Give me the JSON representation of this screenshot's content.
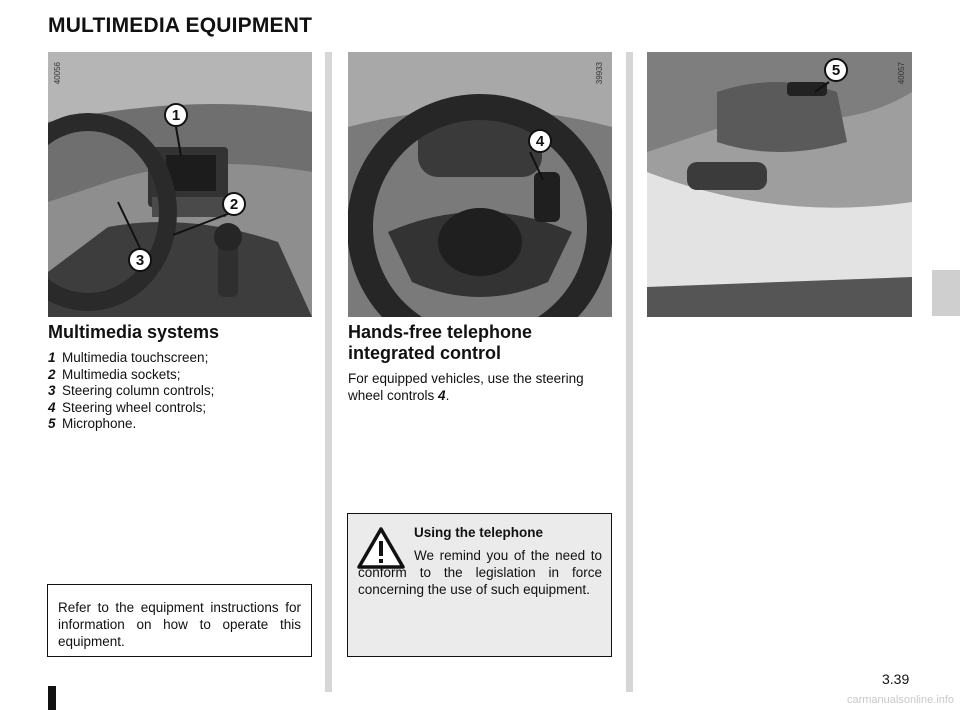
{
  "page": {
    "title": "MULTIMEDIA EQUIPMENT",
    "page_number": "3.39",
    "watermark": "carmanualsonline.info"
  },
  "figures": [
    {
      "code": "40056",
      "description_icon": "dashboard-photo",
      "callouts": [
        "1",
        "2",
        "3"
      ]
    },
    {
      "code": "39933",
      "description_icon": "steering-wheel-photo",
      "callouts": [
        "4"
      ]
    },
    {
      "code": "40057",
      "description_icon": "roof-console-photo",
      "callouts": [
        "5"
      ]
    }
  ],
  "multimedia_systems": {
    "heading": "Multimedia systems",
    "items": [
      {
        "num": "1",
        "text": "Multimedia touchscreen;"
      },
      {
        "num": "2",
        "text": "Multimedia sockets;"
      },
      {
        "num": "3",
        "text": "Steering column controls;"
      },
      {
        "num": "4",
        "text": "Steering wheel controls;"
      },
      {
        "num": "5",
        "text": "Microphone."
      }
    ],
    "note": "Refer to the equipment instructions for information on how to operate this equipment."
  },
  "hands_free": {
    "heading": "Hands-free telephone integrated control",
    "text_before": "For equipped vehicles, use the steering wheel controls ",
    "ref": "4",
    "text_after": "."
  },
  "warning": {
    "icon": "warning-triangle-icon",
    "title": "Using the telephone",
    "text": "We remind you of the need to conform to the legislation in force concerning the use of such equipment."
  },
  "colors": {
    "divider": "#d6d6d6",
    "warning_bg": "#ebebeb",
    "side_tab": "#cfcfcf"
  }
}
